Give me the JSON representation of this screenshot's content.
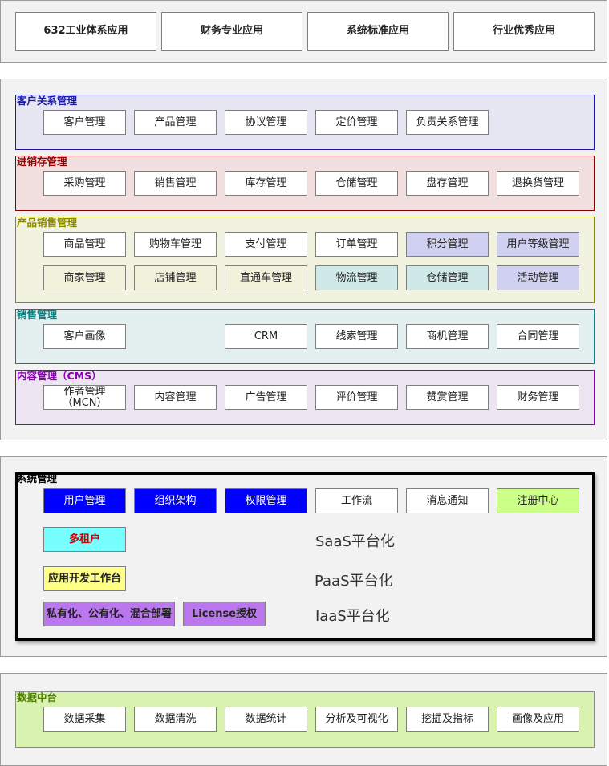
{
  "top_row": {
    "items": [
      "632工业体系应用",
      "财务专业应用",
      "系统标准应用",
      "行业优秀应用"
    ]
  },
  "crm": {
    "title": "客户关系管理",
    "title_color": "#1a1aa6",
    "items": [
      "客户管理",
      "产品管理",
      "协议管理",
      "定价管理",
      "负责关系管理"
    ]
  },
  "inventory": {
    "title": "进销存管理",
    "title_color": "#8b0000",
    "items": [
      "采购管理",
      "销售管理",
      "库存管理",
      "仓储管理",
      "盘存管理",
      "退换货管理"
    ]
  },
  "product_sales": {
    "title": "产品销售管理",
    "title_color": "#8a8a00",
    "row1": [
      "商品管理",
      "购物车管理",
      "支付管理",
      "订单管理",
      "积分管理",
      "用户等级管理"
    ],
    "row2": [
      "商家管理",
      "店铺管理",
      "直通车管理",
      "物流管理",
      "仓储管理",
      "活动管理"
    ]
  },
  "sales": {
    "title": "销售管理",
    "title_color": "#0a8080",
    "items": [
      "客户画像",
      "CRM",
      "线索管理",
      "商机管理",
      "合同管理"
    ]
  },
  "cms": {
    "title": "内容管理（CMS）",
    "title_color": "#8b00b0",
    "items": [
      "作者管理\n（MCN）",
      "内容管理",
      "广告管理",
      "评价管理",
      "赞赏管理",
      "财务管理"
    ]
  },
  "system": {
    "title": "系统管理",
    "row1": [
      "用户管理",
      "组织架构",
      "权限管理",
      "工作流",
      "消息通知",
      "注册中心"
    ],
    "multi_tenant": "多租户",
    "saas": "SaaS平台化",
    "app_workbench": "应用开发工作台",
    "paas": "PaaS平台化",
    "deploy": "私有化、公有化、混合部署",
    "license": "License授权",
    "iaas": "IaaS平台化"
  },
  "data_platform": {
    "title": "数据中台",
    "title_color": "#4f7f00",
    "items": [
      "数据采集",
      "数据清洗",
      "数据统计",
      "分析及可视化",
      "挖掘及指标",
      "画像及应用"
    ]
  }
}
